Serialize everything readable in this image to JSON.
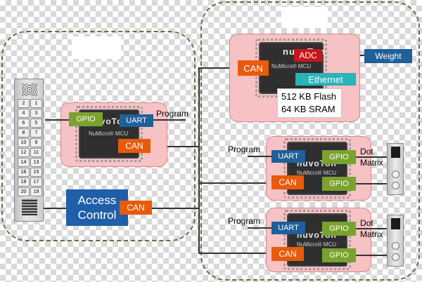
{
  "left_region": {
    "label": ""
  },
  "right_region": {
    "label": ""
  },
  "colors": {
    "gpio": "#7aa22e",
    "uart": "#1f5f9a",
    "can": "#e85a0c",
    "adc": "#c8161d",
    "ethernet": "#2bb3b7",
    "board": "#f6c2c4",
    "access": "#1f5ea8"
  },
  "main_board": {
    "chip_logo": "nuvoTon",
    "chip_sub": "NuMicro® MCU",
    "can": "CAN",
    "adc": "ADC",
    "ethernet": "Ethernet",
    "flash": "512 KB Flash",
    "sram": "64 KB SRAM",
    "weight": "Weight"
  },
  "car_board": {
    "chip_logo": "nuvoTon",
    "chip_sub": "NuMicro® MCU",
    "gpio": "GPIO",
    "uart": "UART",
    "can": "CAN",
    "program": "Program"
  },
  "access": {
    "line1": "Access",
    "line2": "Control",
    "can": "CAN"
  },
  "floor_boards": [
    {
      "chip_logo": "nuvoTon",
      "chip_sub": "NuMicro® MCU",
      "uart": "UART",
      "gpio_top": "GPIO",
      "can": "CAN",
      "gpio_bottom": "GPIO",
      "program": "Program",
      "dot_label": "Dot\nMatrix"
    },
    {
      "chip_logo": "nuvoTon",
      "chip_sub": "NuMicro® MCU",
      "uart": "UART",
      "gpio_top": "GPIO",
      "can": "CAN",
      "gpio_bottom": "GPIO",
      "program": "Program",
      "dot_label": "Dot\nMatrix"
    }
  ],
  "keypad_keys": [
    "2",
    "1",
    "4",
    "3",
    "6",
    "5",
    "8",
    "7",
    "10",
    "9",
    "12",
    "11",
    "14",
    "13",
    "16",
    "15",
    "18",
    "17",
    "20",
    "19"
  ]
}
